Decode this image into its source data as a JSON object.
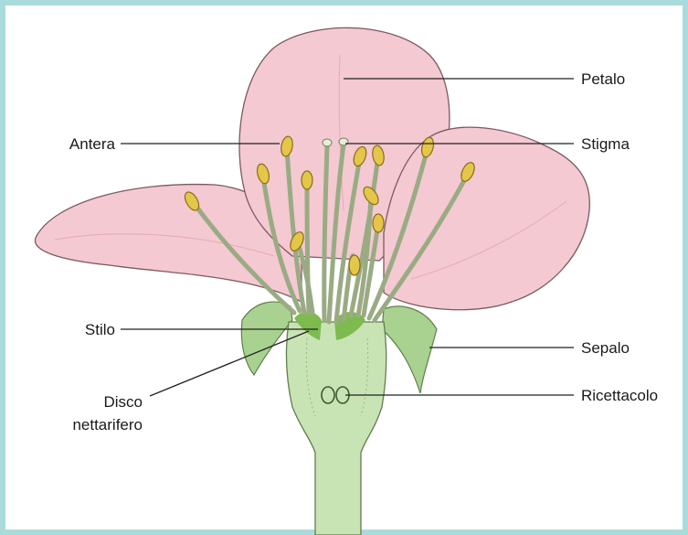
{
  "colors": {
    "frame": "#a9dbdb",
    "petal": "#f4c9d2",
    "petal_edge": "#7a5a60",
    "filament": "#cfe0b6",
    "anther": "#e3c64a",
    "receptacle": "#c9e4b4",
    "sepal": "#a9d291",
    "nectary": "#7dbb4f",
    "leader": "#222222"
  },
  "labels": {
    "petalo": "Petalo",
    "antera": "Antera",
    "stigma": "Stigma",
    "stilo": "Stilo",
    "sepalo": "Sepalo",
    "disco_1": "Disco",
    "disco_2": "nettarifero",
    "ricettacolo": "Ricettacolo"
  }
}
